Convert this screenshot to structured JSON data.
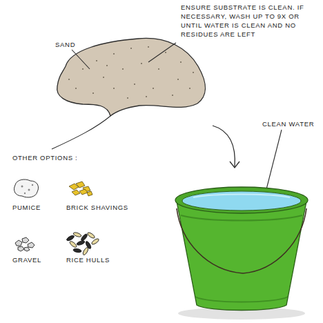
{
  "diagram": {
    "labels": [
      "ENSURE SUBSTRATE IS CLEAN. IF NECESSARY, WASH UP TO 9X OR UNTIL WATER IS CLEAN AND NO RESIDUES ARE LEFT",
      "SAND",
      "CLEAN WATER",
      "OTHER OPTIONS :",
      "PUMICE",
      "BRICK SHAVINGS",
      "GRAVEL",
      "RICE HULLS"
    ]
  }
}
